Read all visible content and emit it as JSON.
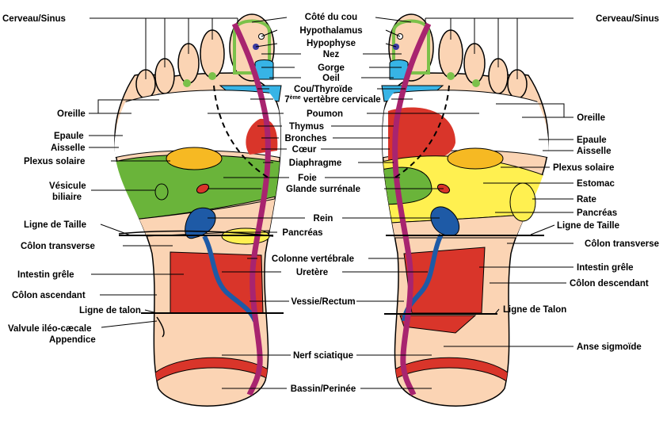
{
  "labels": {
    "cerveau_sinus": "Cerveau/Sinus",
    "cote_du_cou": "Côté du cou",
    "hypothalamus": "Hypothalamus",
    "hypophyse": "Hypophyse",
    "nez": "Nez",
    "gorge": "Gorge",
    "oeil": "Oeil",
    "cou_thyroide": "Cou/Thyroïde",
    "vertebre_num": "7",
    "vertebre_sup": "ème",
    "vertebre_text": " vertèbre cervicale",
    "oreille": "Oreille",
    "poumon": "Poumon",
    "thymus": "Thymus",
    "epaule_left": "Epaule",
    "epaule_right": "Epaule",
    "bronches": "Bronches",
    "aisselle_left": "Aisselle",
    "aisselle_right": "Aisselle",
    "coeur": "Cœur",
    "plexus_solaire": "Plexus solaire",
    "diaphragme": "Diaphragme",
    "foie": "Foie",
    "vesicule_1": "Vésicule",
    "vesicule_2": "biliaire",
    "glande_surrenale": "Glande surrénale",
    "estomac": "Estomac",
    "rate": "Rate",
    "pancreas_right": "Pancréas",
    "ligne_de_taille_left": "Ligne de Taille",
    "ligne_de_taille_right": "Ligne de Taille",
    "rein": "Rein",
    "pancreas_center": "Pancréas",
    "colon_transverse_left": "Côlon transverse",
    "colon_transverse_right": "Côlon transverse",
    "colonne_vertebrale": "Colonne vertébrale",
    "intestin_grele_left": "Intestin grêle",
    "intestin_grele_right": "Intestin grêle",
    "uretere": "Uretère",
    "colon_descendant": "Côlon descendant",
    "colon_ascendant": "Côlon ascendant",
    "vessie_rectum": "Vessie/Rectum",
    "ligne_de_talon_left": "Ligne de talon",
    "ligne_de_talon_right": "Ligne de Talon",
    "valvule": "Valvule iléo-cæcale",
    "appendice": "Appendice",
    "anse_sigmoide": "Anse sigmoïde",
    "nerf_sciatique": "Nerf sciatique",
    "bassin_perinee": "Bassin/Perinée"
  },
  "colors": {
    "skin": "#fbd4b4",
    "lung": "#ffffff",
    "liver": "#6ab43a",
    "stomach": "#fff050",
    "solar_plexus": "#f6b923",
    "heart": "#d9352a",
    "kidney": "#1e5aa6",
    "spine": "#a8246f",
    "throat": "#37b4e6",
    "brain_green": "#7bc14a",
    "eye_dot": "#3a3aa0"
  }
}
